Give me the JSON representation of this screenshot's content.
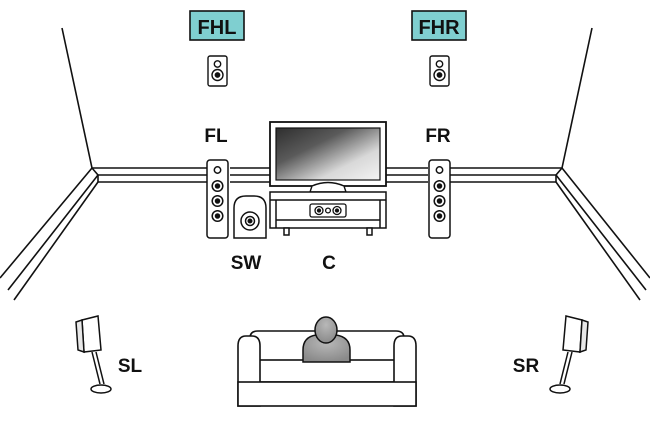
{
  "labels": {
    "fhl": "FHL",
    "fhr": "FHR",
    "fl": "FL",
    "fr": "FR",
    "sw": "SW",
    "c": "C",
    "sl": "SL",
    "sr": "SR"
  },
  "colors": {
    "highlight_fill": "#7fcfd0",
    "line": "#111111",
    "screen_dark": "#333333",
    "screen_light": "#e6e6e6",
    "person_fill": "#9a9a9a",
    "speaker_fill": "#ffffff"
  },
  "icons": {
    "height_speaker": "small-bookshelf-speaker-icon",
    "front_speaker": "tower-speaker-icon",
    "subwoofer": "subwoofer-icon",
    "center": "center-speaker-icon",
    "surround": "satellite-speaker-on-stand-icon",
    "tv": "television-icon",
    "sofa": "sofa-icon",
    "listener": "listener-icon"
  }
}
